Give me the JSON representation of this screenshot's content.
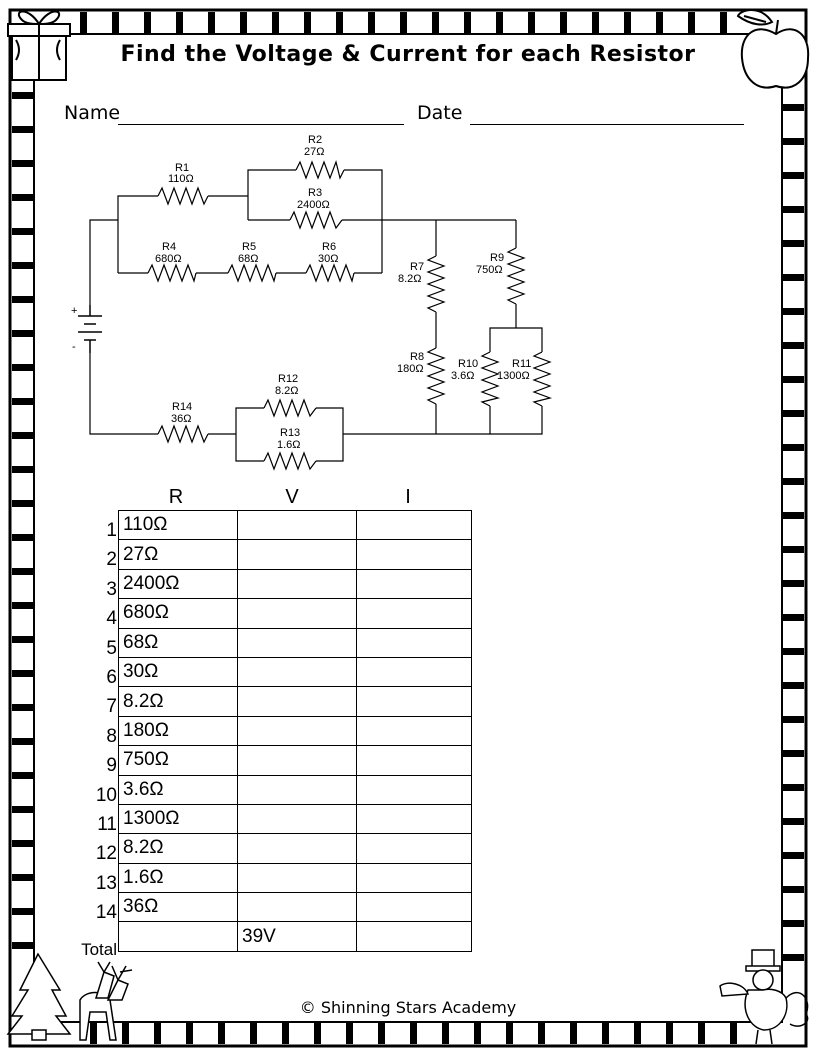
{
  "worksheet": {
    "title": "Find the Voltage & Current for each Resistor",
    "name_label": "Name",
    "date_label": "Date",
    "footer": "© Shinning Stars Academy"
  },
  "circuit": {
    "battery_plus": "+",
    "battery_minus": "-",
    "resistors": [
      {
        "id": "R1",
        "value": "110Ω"
      },
      {
        "id": "R2",
        "value": "27Ω"
      },
      {
        "id": "R3",
        "value": "2400Ω"
      },
      {
        "id": "R4",
        "value": "680Ω"
      },
      {
        "id": "R5",
        "value": "68Ω"
      },
      {
        "id": "R6",
        "value": "30Ω"
      },
      {
        "id": "R7",
        "value": "8.2Ω"
      },
      {
        "id": "R8",
        "value": "180Ω"
      },
      {
        "id": "R9",
        "value": "750Ω"
      },
      {
        "id": "R10",
        "value": "3.6Ω"
      },
      {
        "id": "R11",
        "value": "1300Ω"
      },
      {
        "id": "R12",
        "value": "8.2Ω"
      },
      {
        "id": "R13",
        "value": "1.6Ω"
      },
      {
        "id": "R14",
        "value": "36Ω"
      }
    ]
  },
  "table": {
    "headers": [
      "R",
      "V",
      "I"
    ],
    "rows": [
      {
        "num": "1",
        "r": "110Ω",
        "v": "",
        "i": ""
      },
      {
        "num": "2",
        "r": "27Ω",
        "v": "",
        "i": ""
      },
      {
        "num": "3",
        "r": "2400Ω",
        "v": "",
        "i": ""
      },
      {
        "num": "4",
        "r": "680Ω",
        "v": "",
        "i": ""
      },
      {
        "num": "5",
        "r": "68Ω",
        "v": "",
        "i": ""
      },
      {
        "num": "6",
        "r": "30Ω",
        "v": "",
        "i": ""
      },
      {
        "num": "7",
        "r": "8.2Ω",
        "v": "",
        "i": ""
      },
      {
        "num": "8",
        "r": "180Ω",
        "v": "",
        "i": ""
      },
      {
        "num": "9",
        "r": "750Ω",
        "v": "",
        "i": ""
      },
      {
        "num": "10",
        "r": "3.6Ω",
        "v": "",
        "i": ""
      },
      {
        "num": "11",
        "r": "1300Ω",
        "v": "",
        "i": ""
      },
      {
        "num": "12",
        "r": "8.2Ω",
        "v": "",
        "i": ""
      },
      {
        "num": "13",
        "r": "1.6Ω",
        "v": "",
        "i": ""
      },
      {
        "num": "14",
        "r": "36Ω",
        "v": "",
        "i": ""
      }
    ],
    "total": {
      "label": "Total",
      "r": "",
      "v": "39V",
      "i": ""
    }
  },
  "decorations": {
    "top_left": "gift-box-icon",
    "top_right": "apple-icon",
    "bottom_left": "reindeer-tree-icon",
    "bottom_right": "turkey-pilgrim-icon"
  }
}
